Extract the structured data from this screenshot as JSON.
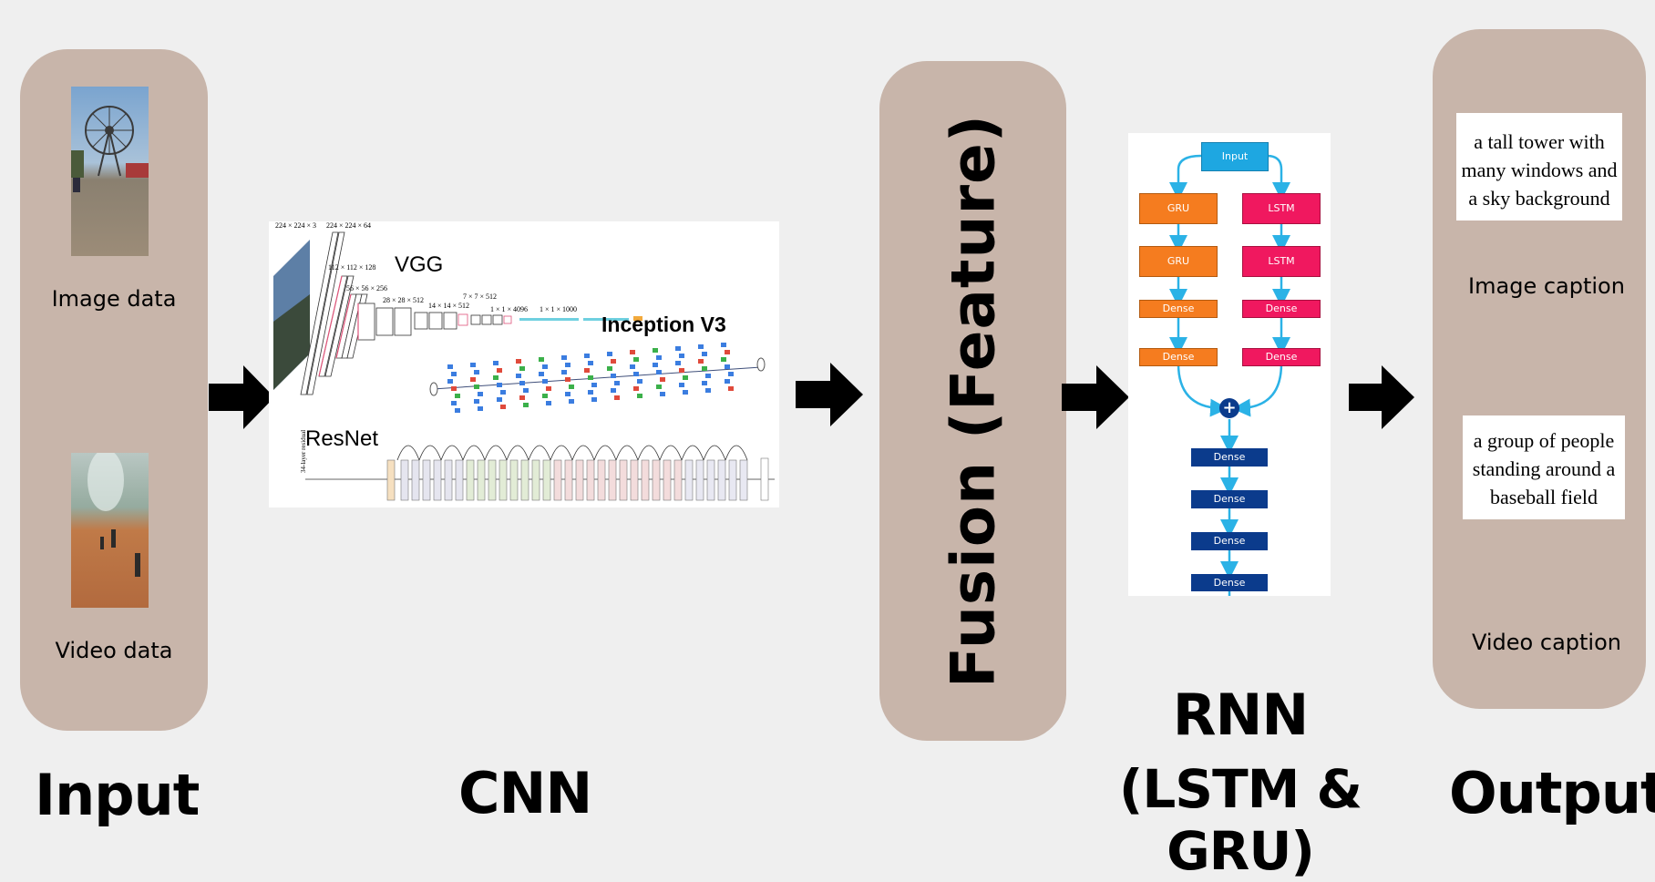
{
  "input": {
    "title": "Input",
    "image_label": "Image data",
    "video_label": "Video data"
  },
  "cnn": {
    "title": "CNN",
    "vgg_label": "VGG",
    "inception_label": "Inception V3",
    "resnet_label": "ResNet",
    "vgg_dims": [
      "224 × 224 × 3",
      "224 × 224 × 64",
      "112 × 112 × 128",
      "56 × 56 × 256",
      "28 × 28 × 512",
      "14 × 14 × 512",
      "7 × 7 × 512",
      "1 × 1 × 4096",
      "1 × 1 × 1000"
    ],
    "resnet_side": "34-layer residual"
  },
  "fusion": {
    "label": "Fusion (Feature)"
  },
  "rnn": {
    "title_line1": "RNN",
    "title_line2": "(LSTM & GRU)",
    "input_box": "Input",
    "gru_1": "GRU",
    "gru_2": "GRU",
    "lstm_1": "LSTM",
    "lstm_2": "LSTM",
    "dense_left_1": "Dense",
    "dense_left_2": "Dense",
    "dense_right_1": "Dense",
    "dense_right_2": "Dense",
    "merge_symbol": "+",
    "dense_stack": [
      "Dense",
      "Dense",
      "Dense",
      "Dense"
    ]
  },
  "output": {
    "title": "Output",
    "image_caption_text": [
      "a tall tower with",
      "many windows and",
      "a sky background"
    ],
    "image_caption_label": "Image caption",
    "video_caption_text": [
      "a group of people",
      "standing around a",
      "baseball field"
    ],
    "video_caption_label": "Video caption"
  },
  "colors": {
    "pill": "#c8b5aa",
    "background": "#efefef",
    "rnn_input": "#1ea7e1",
    "gru": "#f57c1f",
    "lstm": "#f0185f",
    "dense_dark": "#0b3b8c",
    "arrow_blue": "#2bb2e6"
  }
}
